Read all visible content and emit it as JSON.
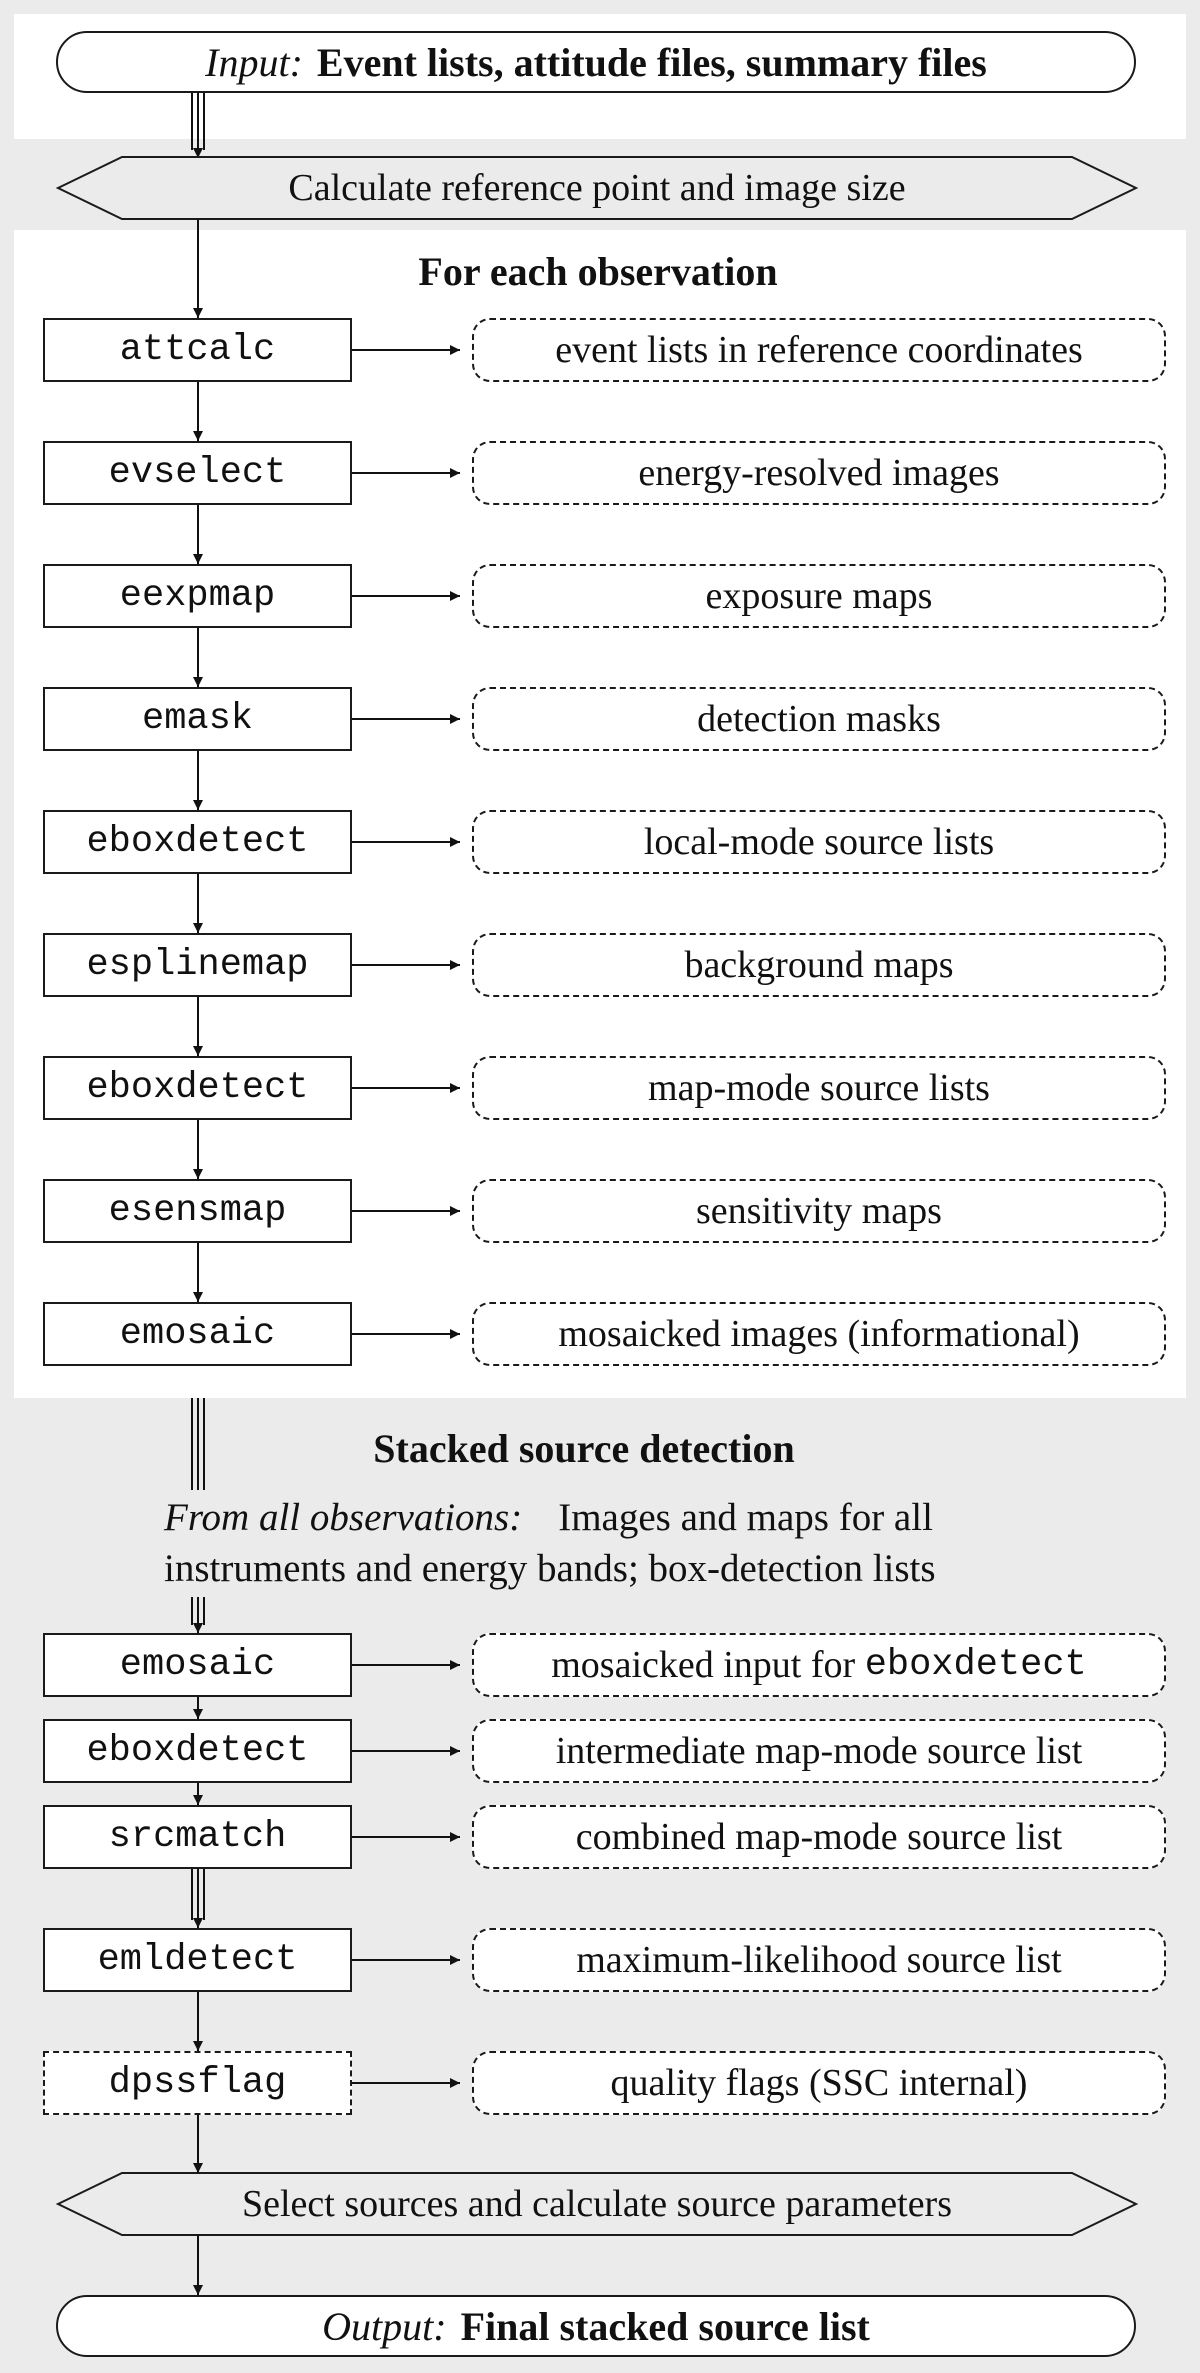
{
  "input": {
    "label": "Input:",
    "text": "Event lists, attitude files, summary files"
  },
  "reference_step": "Calculate reference point and image size",
  "per_observation": {
    "heading": "For each observation",
    "steps": [
      {
        "tool": "attcalc",
        "output": "event lists in reference coordinates"
      },
      {
        "tool": "evselect",
        "output": "energy-resolved images"
      },
      {
        "tool": "eexpmap",
        "output": "exposure maps"
      },
      {
        "tool": "emask",
        "output": "detection masks"
      },
      {
        "tool": "eboxdetect",
        "output": "local-mode source lists"
      },
      {
        "tool": "esplinemap",
        "output": "background maps"
      },
      {
        "tool": "eboxdetect",
        "output": "map-mode source lists"
      },
      {
        "tool": "esensmap",
        "output": "sensitivity maps"
      },
      {
        "tool": "emosaic",
        "output": "mosaicked images (informational)"
      }
    ]
  },
  "stacked": {
    "heading": "Stacked source detection",
    "from_label": "From all observations:",
    "from_text_line1": "Images and maps for all",
    "from_text_line2": "instruments and energy bands; box-detection lists",
    "steps": [
      {
        "tool": "emosaic",
        "output": "mosaicked input for ",
        "output_code": "eboxdetect"
      },
      {
        "tool": "eboxdetect",
        "output": "intermediate map-mode source list"
      },
      {
        "tool": "srcmatch",
        "output": "combined map-mode source list"
      },
      {
        "tool": "emldetect",
        "output": "maximum-likelihood source list"
      },
      {
        "tool": "dpssflag",
        "output": "quality flags (SSC internal)"
      }
    ]
  },
  "select_step": "Select sources and calculate source parameters",
  "output": {
    "label": "Output:",
    "text": "Final stacked source list"
  }
}
